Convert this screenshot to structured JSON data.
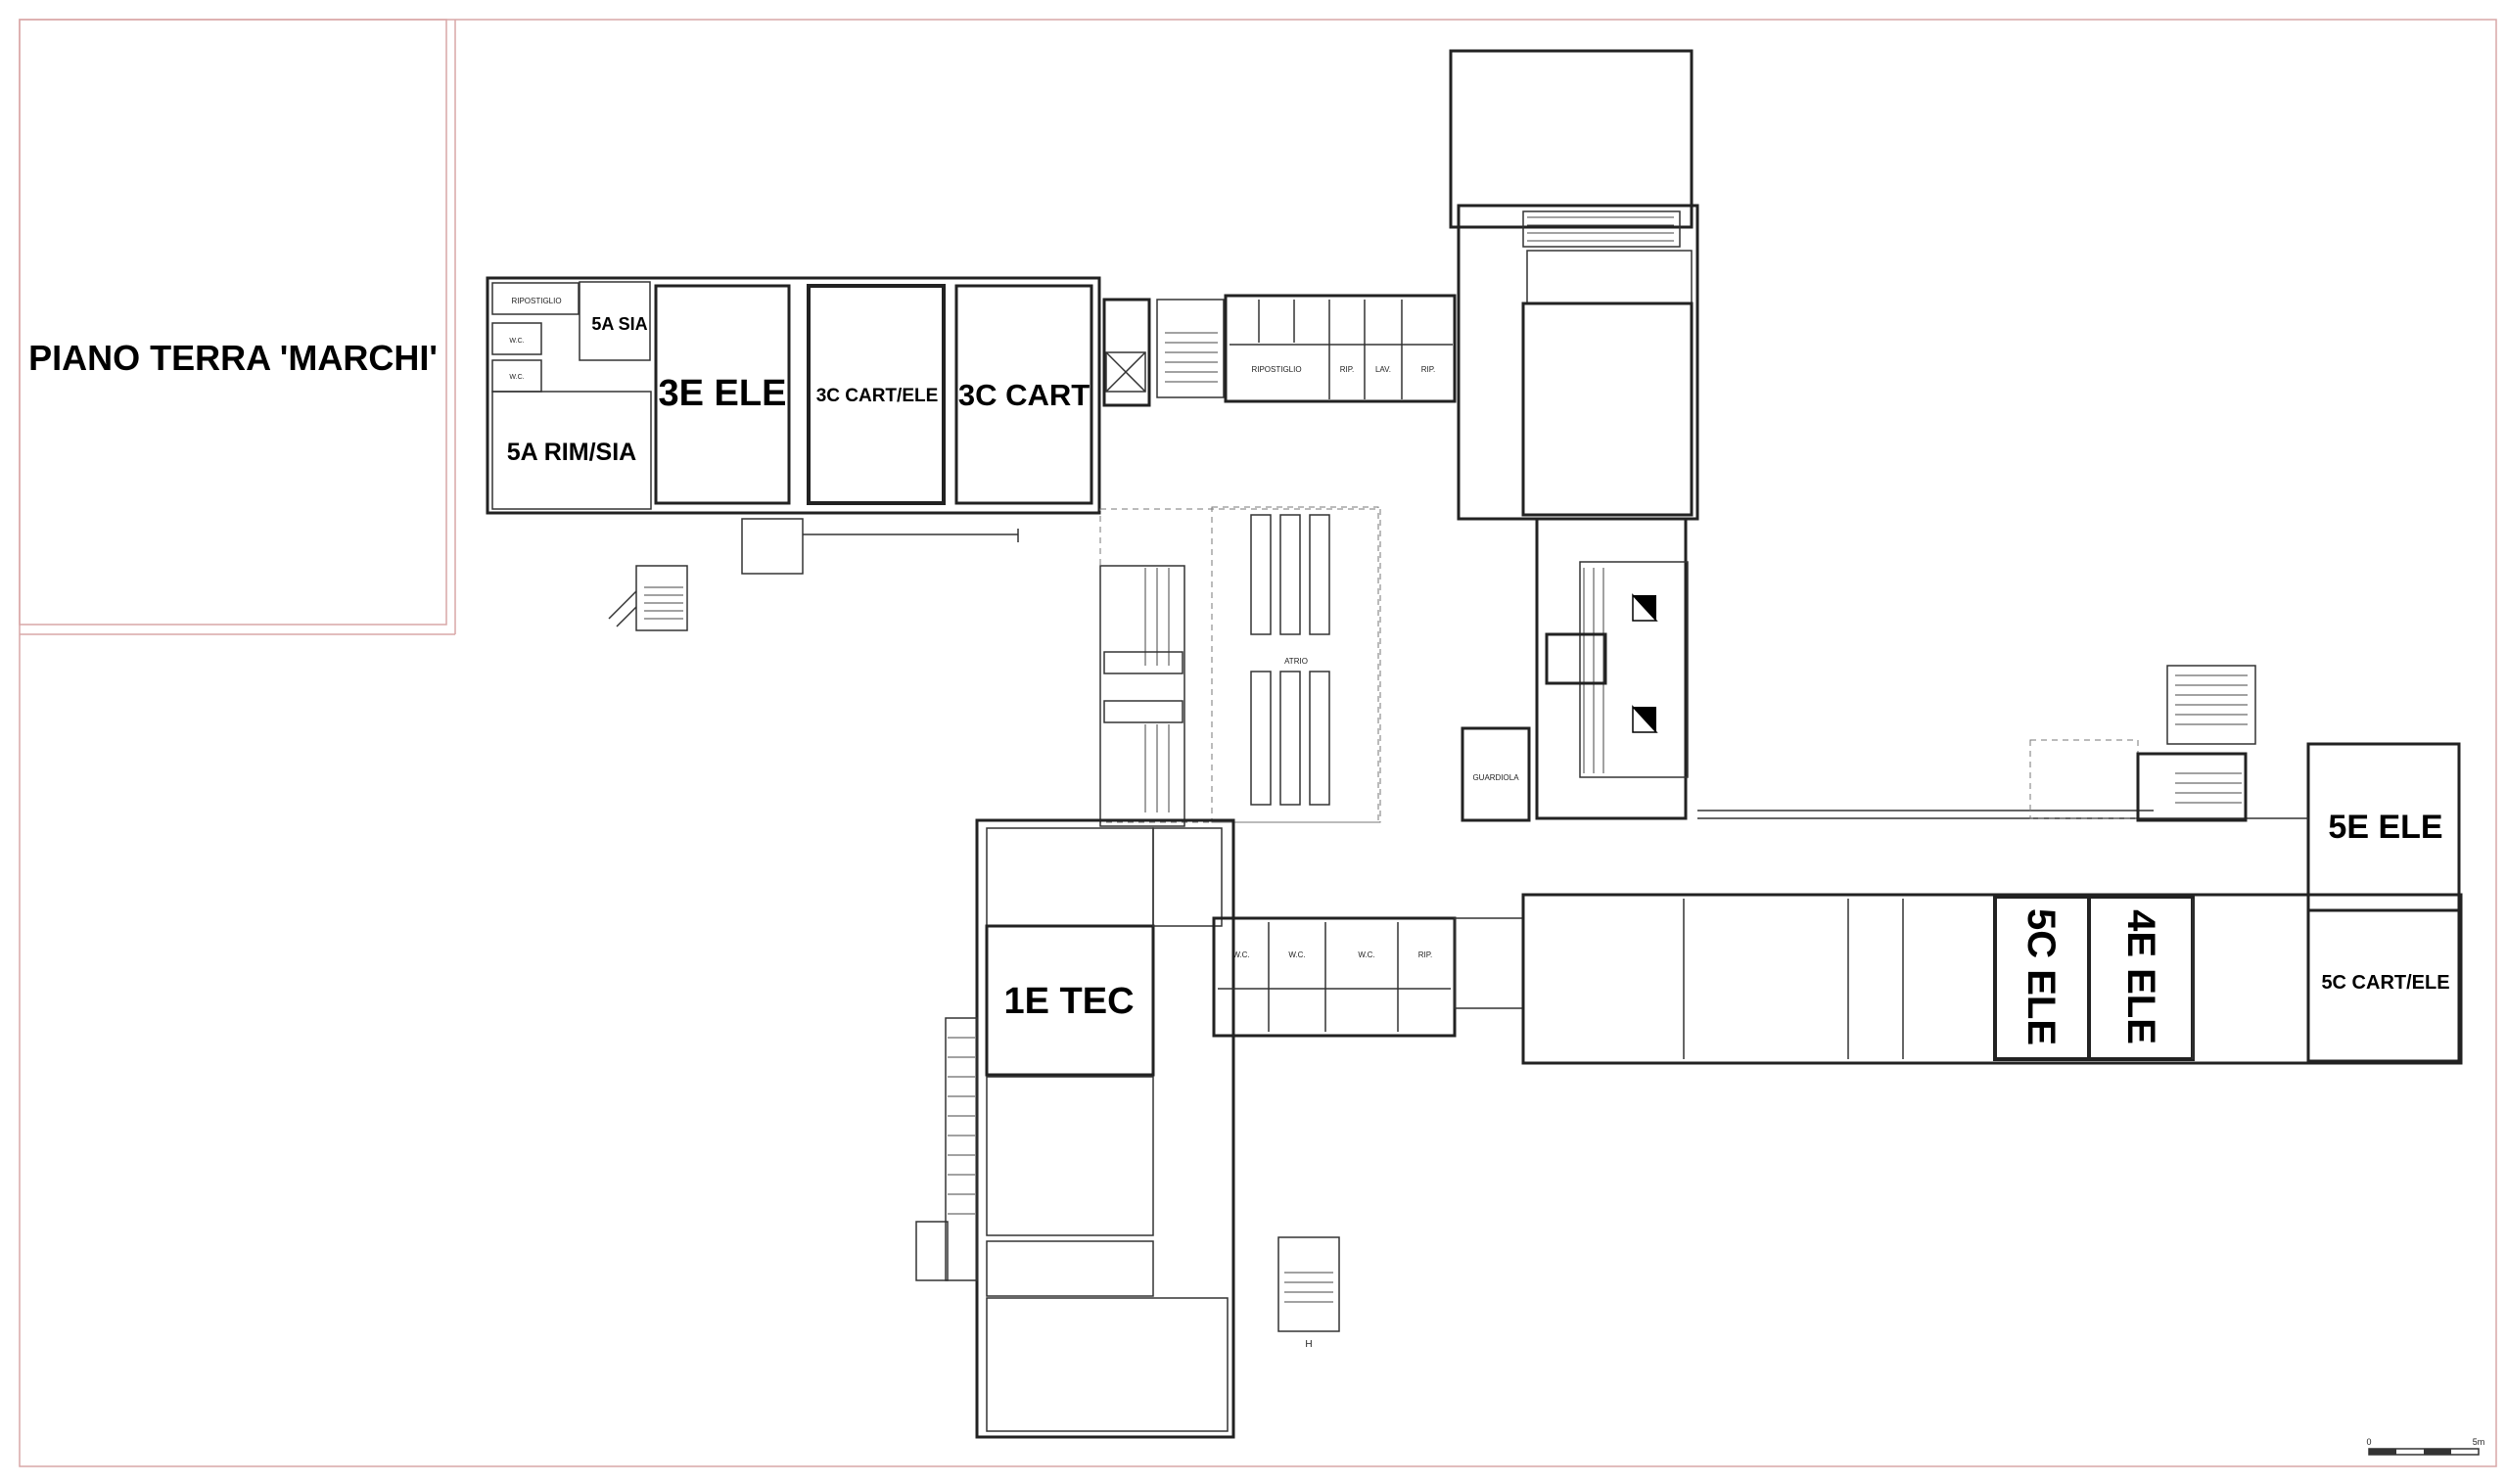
{
  "title": "PIANO TERRA 'MARCHI'",
  "rooms": {
    "r5a_sia": "5A SIA",
    "r5a_rim_sia": "5A RIM/SIA",
    "r3e_ele": "3E ELE",
    "r3c_cart_ele": "3C CART/ELE",
    "r3c_cart": "3C CART",
    "r1e_tec": "1E TEC",
    "r5e_ele": "5E ELE",
    "r5c_ele": "5C ELE",
    "r4e_ele": "4E ELE",
    "r5c_cart_ele": "5C CART/ELE"
  },
  "small_labels": {
    "ripostiglio_w": "RIPOSTIGLIO",
    "wc_w1": "W.C.",
    "wc_w2": "W.C.",
    "ripostiglio_n": "RIPOSTIGLIO",
    "rip_1": "RIP.",
    "lav": "LAV.",
    "rip_2": "RIP.",
    "atrio": "ATRIO",
    "guardiola": "GUARDIOLA",
    "wc_s1": "W.C.",
    "wc_s2": "W.C.",
    "wc_s3": "W.C.",
    "rip_s": "RIP.",
    "h": "H"
  },
  "scale_bar": {
    "start": "0",
    "end": "5m"
  },
  "colors": {
    "wall": "#222222",
    "frame": "#d9a7a7",
    "background": "#ffffff"
  }
}
